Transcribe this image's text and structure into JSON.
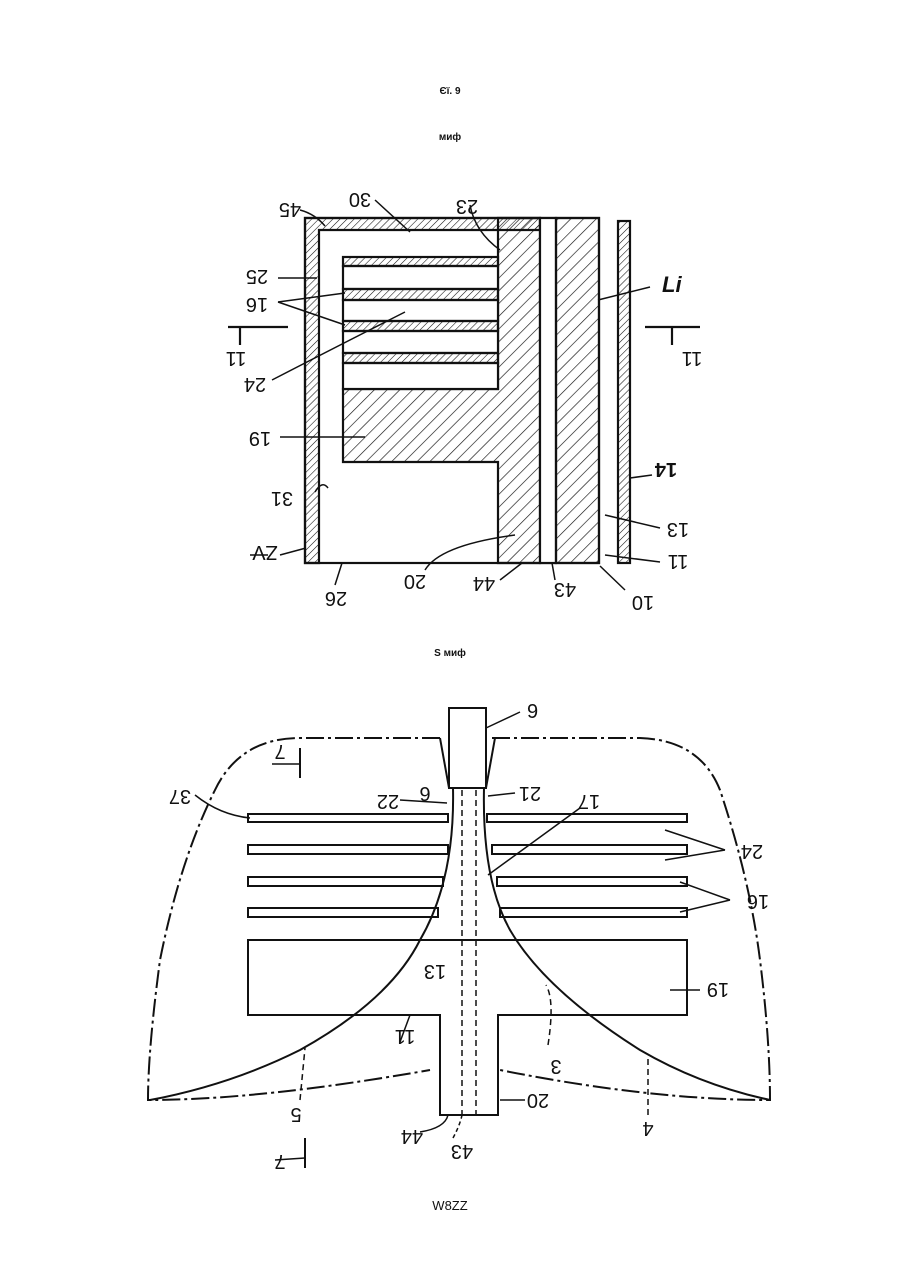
{
  "header": {
    "fig_number_text": "Єї. 9"
  },
  "figure_top": {
    "caption": "миф",
    "labels": {
      "l45": "45",
      "l30": "30",
      "l23": "23",
      "l25": "25",
      "l16": "16",
      "l11_left": "11",
      "l11_right": "11",
      "l24": "24",
      "l19": "19",
      "l31": "31",
      "lZV": "ZV",
      "l26": "26",
      "l20": "20",
      "l44": "44",
      "l43": "43",
      "l10": "10",
      "l11": "11",
      "l13": "13",
      "l14": "14",
      "lLi": "Li"
    }
  },
  "figure_bottom": {
    "caption": "S миф",
    "labels": {
      "l9_top": "9",
      "l7_top": "7",
      "l37": "37",
      "l22": "22",
      "l6": "6",
      "l21": "21",
      "l17": "17",
      "l24": "24",
      "l16": "16",
      "l13": "13",
      "l19": "19",
      "l11": "11",
      "l3": "3",
      "l5": "5",
      "l20": "20",
      "l44": "44",
      "l43": "43",
      "l4": "4",
      "l7_bottom": "7"
    }
  },
  "footer": {
    "page_code": "W8ZZ"
  }
}
